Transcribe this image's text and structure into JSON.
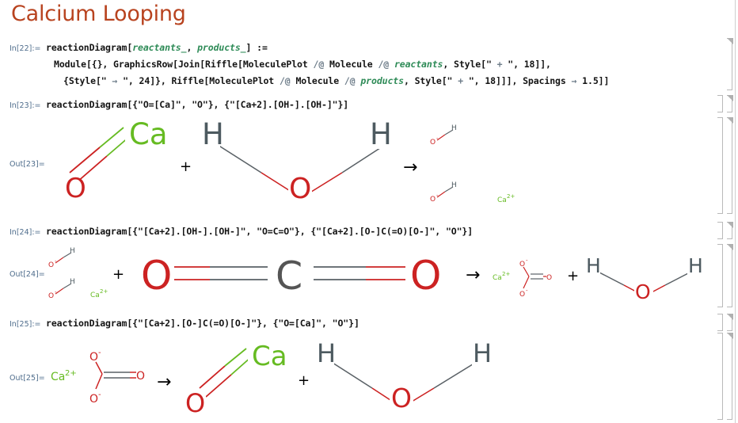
{
  "notebook": {
    "title": "Calcium Looping",
    "title_color": "#b8431f",
    "background": "#ffffff"
  },
  "palette": {
    "oxygen": "#cc2222",
    "carbon": "#555555",
    "hydrogen": "#4d5a60",
    "calcium": "#66bb22",
    "bond_gray": "#5a6166",
    "label_blue": "#4f6d8c",
    "code_black": "#141414",
    "pattern_green": "#2e8b57",
    "operator_gray": "#6e7d8a",
    "bracket_gray": "#b9b9b9"
  },
  "cells": [
    {
      "kind": "input",
      "label": "In[22]:=",
      "lines": [
        "reactionDiagram[reactants_, products_] :=",
        "Module[{}, GraphicsRow[Join[Riffle[MoleculePlot /@ Molecule /@ reactants, Style[\" + \", 18]],",
        "{Style[\" → \", 24]}, Riffle[MoleculePlot /@ Molecule /@ products, Style[\" + \", 18]]], Spacings → 1.5]]"
      ]
    },
    {
      "kind": "input",
      "label": "In[23]:=",
      "lines": [
        "reactionDiagram[{\"O=[Ca]\", \"O\"}, {\"[Ca+2].[OH-].[OH-]\"}]"
      ]
    },
    {
      "kind": "output",
      "label": "Out[23]=",
      "reaction": {
        "reactants": [
          "CaO",
          "H2O"
        ],
        "products": [
          "Ca(OH)2"
        ],
        "operators": [
          "+",
          "→"
        ]
      }
    },
    {
      "kind": "input",
      "label": "In[24]:=",
      "lines": [
        "reactionDiagram[{\"[Ca+2].[OH-].[OH-]\", \"O=C=O\"}, {\"[Ca+2].[O-]C(=O)[O-]\", \"O\"}]"
      ]
    },
    {
      "kind": "output",
      "label": "Out[24]=",
      "reaction": {
        "reactants": [
          "Ca(OH)2",
          "CO2"
        ],
        "products": [
          "CaCO3",
          "H2O"
        ],
        "operators": [
          "+",
          "→",
          "+"
        ]
      }
    },
    {
      "kind": "input",
      "label": "In[25]:=",
      "lines": [
        "reactionDiagram[{\"[Ca+2].[O-]C(=O)[O-]\"}, {\"O=[Ca]\", \"O\"}]"
      ]
    },
    {
      "kind": "output",
      "label": "Out[25]=",
      "reaction": {
        "reactants": [
          "CaCO3"
        ],
        "products": [
          "CaO",
          "H2O"
        ],
        "operators": [
          "→",
          "+"
        ]
      }
    }
  ],
  "atom_labels": {
    "oxygen": "O",
    "carbon": "C",
    "hydrogen": "H",
    "calcium": "Ca",
    "calcium_ion": "Ca",
    "calcium_charge": "2+",
    "oxide_label": "O",
    "oxide_charge": "-"
  },
  "operators": {
    "plus": "+",
    "arrow": "→"
  }
}
